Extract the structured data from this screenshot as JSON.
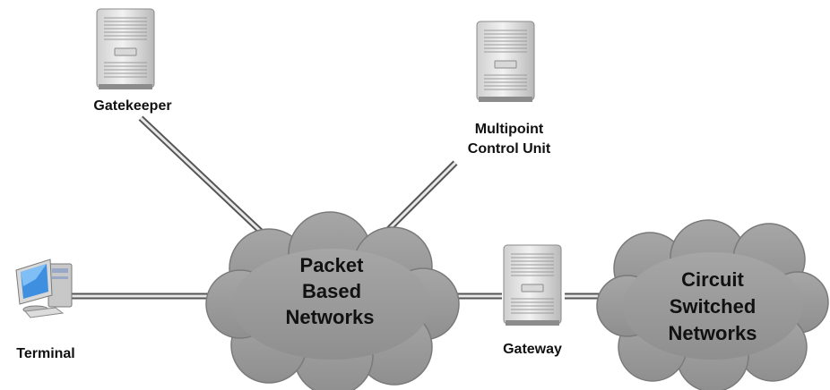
{
  "nodes": {
    "gatekeeper": {
      "label": "Gatekeeper"
    },
    "mcu": {
      "label_line1": "Multipoint",
      "label_line2": "Control Unit"
    },
    "terminal": {
      "label": "Terminal"
    },
    "gateway": {
      "label": "Gateway"
    }
  },
  "clouds": {
    "packet": {
      "line1": "Packet",
      "line2": "Based",
      "line3": "Networks"
    },
    "circuit": {
      "line1": "Circuit",
      "line2": "Switched",
      "line3": "Networks"
    }
  }
}
